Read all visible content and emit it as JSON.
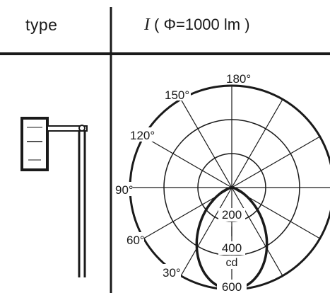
{
  "table": {
    "col_type_header": "type",
    "col_intensity_symbol": "I",
    "col_intensity_header": "( Φ=1000 lm )"
  },
  "polar": {
    "angle_labels": [
      "180°",
      "150°",
      "120°",
      "90°",
      "60°",
      "30°"
    ],
    "radial_labels": [
      "200",
      "400",
      "600"
    ],
    "radial_unit": "cd",
    "radial_divider": "|",
    "colors": {
      "ink": "#1a1a1a",
      "background": "#ffffff"
    }
  },
  "icons": [
    "street-lamp-icon"
  ]
}
